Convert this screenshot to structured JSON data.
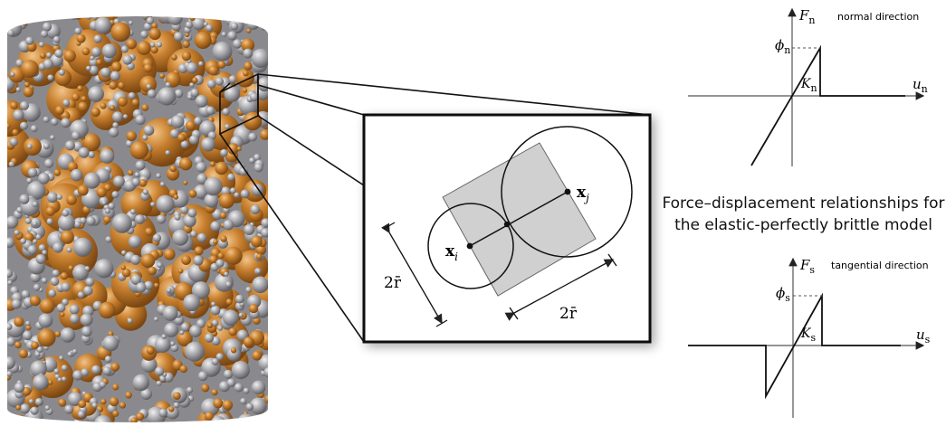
{
  "inset": {
    "label_xi": "x",
    "label_xi_sub": "i",
    "label_xj": "x",
    "label_xj_sub": "j",
    "dim_left": "2r̄",
    "dim_bottom": "2r̄"
  },
  "caption": {
    "line1": "Force–displacement relationships for",
    "line2": "the elastic-perfectly brittle model"
  },
  "normal_plot": {
    "title": "normal direction",
    "y_label": "F",
    "y_sub": "n",
    "x_label": "u",
    "x_sub": "n",
    "peak_label": "ϕ",
    "peak_sub": "n",
    "slope_label": "K",
    "slope_sub": "n"
  },
  "tangential_plot": {
    "title": "tangential direction",
    "y_label": "F",
    "y_sub": "s",
    "x_label": "u",
    "x_sub": "s",
    "peak_label": "ϕ",
    "peak_sub": "s",
    "slope_label": "K",
    "slope_sub": "s"
  },
  "colors": {
    "orange": "#c8802e",
    "gray": "#a9a9ad",
    "square_fill": "#d0d0d0"
  }
}
